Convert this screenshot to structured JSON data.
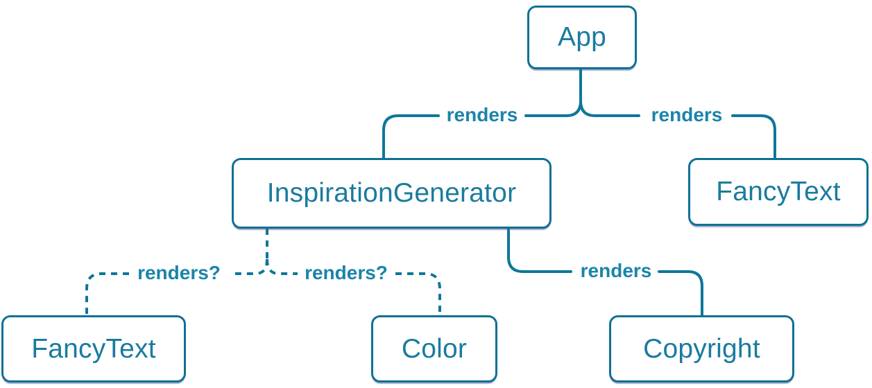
{
  "diagram": {
    "kind": "component-render-tree",
    "nodes": {
      "app": {
        "label": "App"
      },
      "inspiration_generator": {
        "label": "InspirationGenerator"
      },
      "fancy_text_top": {
        "label": "FancyText"
      },
      "fancy_text_bottom": {
        "label": "FancyText"
      },
      "color": {
        "label": "Color"
      },
      "copyright": {
        "label": "Copyright"
      }
    },
    "edges": {
      "app_to_inspiration_generator": {
        "from": "App",
        "to": "InspirationGenerator",
        "label": "renders",
        "style": "solid"
      },
      "app_to_fancy_text": {
        "from": "App",
        "to": "FancyText",
        "label": "renders",
        "style": "solid"
      },
      "inspiration_generator_to_fancy_text": {
        "from": "InspirationGenerator",
        "to": "FancyText",
        "label": "renders?",
        "style": "dashed"
      },
      "inspiration_generator_to_color": {
        "from": "InspirationGenerator",
        "to": "Color",
        "label": "renders?",
        "style": "dashed"
      },
      "inspiration_generator_to_copyright": {
        "from": "InspirationGenerator",
        "to": "Copyright",
        "label": "renders",
        "style": "solid"
      }
    },
    "colors": {
      "line": "#0e7799",
      "node_border": "#0f7095",
      "node_text": "#1a7b9e",
      "label_text": "#1b84aa",
      "node_background": "#ffffff"
    }
  }
}
